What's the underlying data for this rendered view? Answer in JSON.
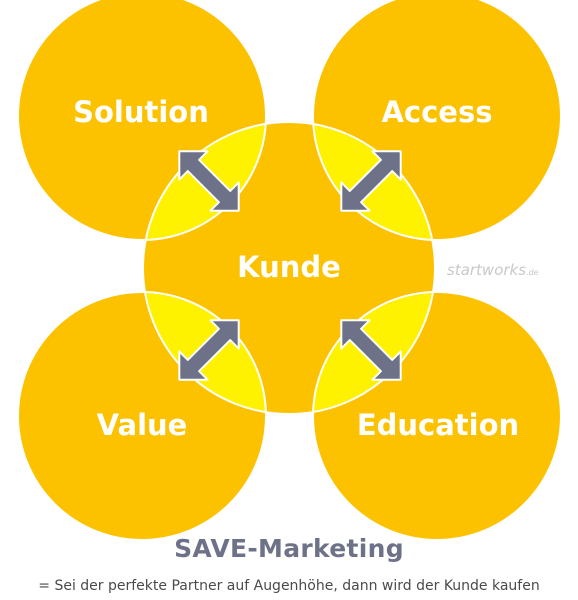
{
  "diagram": {
    "center_label": "Kunde",
    "circles": [
      {
        "id": "solution",
        "label": "Solution"
      },
      {
        "id": "access",
        "label": "Access"
      },
      {
        "id": "value",
        "label": "Value"
      },
      {
        "id": "education",
        "label": "Education"
      }
    ],
    "watermark": {
      "brand": "startworks",
      "suffix": ".de"
    },
    "title": "SAVE-Marketing",
    "subtitle": "= Sei der perfekte Partner auf Augenhöhe, dann wird der Kunde kaufen"
  },
  "colors": {
    "circle_fill": "#fcc200",
    "overlap_fill": "#fff200",
    "outline": "#ffffff",
    "arrow_fill": "#6d7289",
    "title_color": "#6d7289",
    "label_color": "#ffffff"
  }
}
